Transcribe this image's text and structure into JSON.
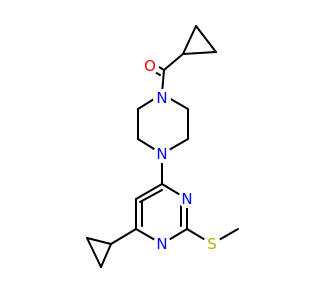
{
  "molecule": {
    "atoms": [
      {
        "id": "O1",
        "label": "O",
        "color": "#FF0000"
      },
      {
        "id": "N1",
        "label": "N",
        "color": "#0000FF"
      },
      {
        "id": "N2",
        "label": "N",
        "color": "#0000FF"
      },
      {
        "id": "N3",
        "label": "N",
        "color": "#0000FF"
      },
      {
        "id": "N4",
        "label": "N",
        "color": "#0000FF"
      },
      {
        "id": "S1",
        "label": "S",
        "color": "#B2B200"
      }
    ],
    "bond_color": "#000000"
  }
}
